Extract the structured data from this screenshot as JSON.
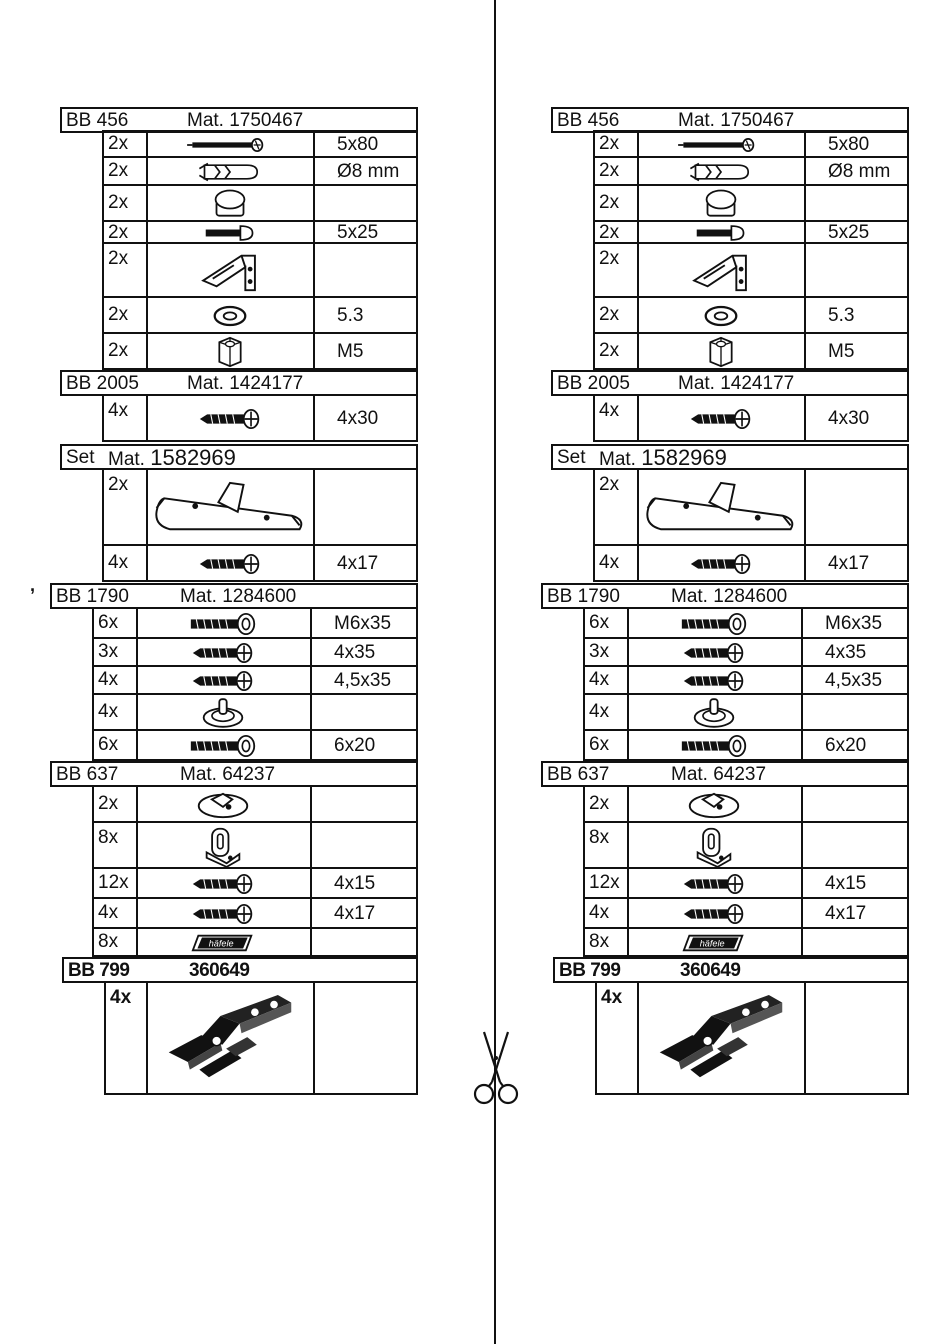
{
  "sections": [
    {
      "code": "BB 456",
      "mat": "Mat. 1750467",
      "items": [
        {
          "qty": "2x",
          "icon": "long-wood-screw-icon",
          "size": "5x80"
        },
        {
          "qty": "2x",
          "icon": "wall-plug-icon",
          "size": "Ø8 mm"
        },
        {
          "qty": "2x",
          "icon": "cap-icon",
          "size": ""
        },
        {
          "qty": "2x",
          "icon": "bolt-icon",
          "size": "5x25"
        },
        {
          "qty": "2x",
          "icon": "angle-bracket-icon",
          "size": ""
        },
        {
          "qty": "2x",
          "icon": "washer-icon",
          "size": "5.3"
        },
        {
          "qty": "2x",
          "icon": "hex-nut-icon",
          "size": "M5"
        }
      ]
    },
    {
      "code": "BB 2005",
      "mat": "Mat. 1424177",
      "items": [
        {
          "qty": "4x",
          "icon": "wood-screw-icon",
          "size": "4x30"
        }
      ]
    },
    {
      "code": "Set",
      "mat_label": "Mat.",
      "mat_number": "1582969",
      "items": [
        {
          "qty": "2x",
          "icon": "connector-plate-icon",
          "size": ""
        },
        {
          "qty": "4x",
          "icon": "wood-screw-icon",
          "size": "4x17"
        }
      ]
    },
    {
      "code": "BB 1790",
      "mat": "Mat. 1284600",
      "items": [
        {
          "qty": "6x",
          "icon": "euro-screw-icon",
          "size": "M6x35"
        },
        {
          "qty": "3x",
          "icon": "wood-screw-icon",
          "size": "4x35"
        },
        {
          "qty": "4x",
          "icon": "wood-screw-icon",
          "size": "4,5x35"
        },
        {
          "qty": "4x",
          "icon": "shelf-support-icon",
          "size": ""
        },
        {
          "qty": "6x",
          "icon": "euro-screw-icon",
          "size": "6x20"
        }
      ]
    },
    {
      "code": "BB 637",
      "mat": "Mat. 64237",
      "items": [
        {
          "qty": "2x",
          "icon": "cam-lock-icon",
          "size": ""
        },
        {
          "qty": "8x",
          "icon": "hanger-bracket-icon",
          "size": ""
        },
        {
          "qty": "12x",
          "icon": "wood-screw-icon",
          "size": "4x15"
        },
        {
          "qty": "4x",
          "icon": "wood-screw-icon",
          "size": "4x17"
        },
        {
          "qty": "8x",
          "icon": "label-cap-icon",
          "size": ""
        }
      ]
    },
    {
      "code": "BB 799",
      "mat": "360649",
      "items": [
        {
          "qty": "4x",
          "icon": "concealed-hinge-icon",
          "size": ""
        }
      ]
    }
  ],
  "label_cap_text": "häfele",
  "cut_mark_icon": "scissors-icon",
  "colors": {
    "ink": "#111111",
    "paper": "#ffffff"
  }
}
